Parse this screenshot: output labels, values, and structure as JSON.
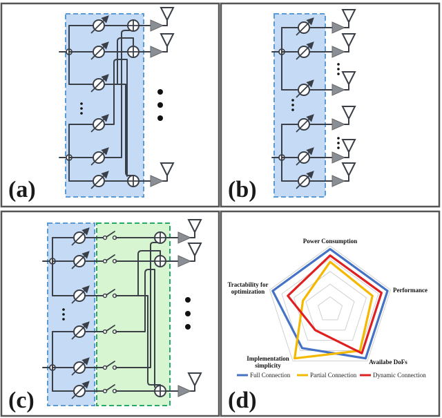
{
  "panels": {
    "a": {
      "label": "(a)"
    },
    "b": {
      "label": "(b)"
    },
    "c": {
      "label": "(c)"
    },
    "d": {
      "label": "(d)"
    }
  },
  "radar": {
    "axes": [
      "Power Consumption",
      "Performance",
      "Availabe DoFs",
      "Implementation simplicity",
      "Tractability for optimization"
    ],
    "axis_label_lines": {
      "power": [
        "Power Consumption"
      ],
      "performance": [
        "Performance"
      ],
      "dofs": [
        "Availabe DoFs"
      ],
      "implementation": [
        "Implementation",
        "simplicity"
      ],
      "tractability": [
        "Tractability for",
        "optimization"
      ]
    },
    "series": [
      {
        "name": "Full Connection",
        "color": "#4472c4",
        "values": [
          0.95,
          0.95,
          0.95,
          0.75,
          0.95
        ]
      },
      {
        "name": "Partial Connection",
        "color": "#f5b800",
        "values": [
          0.75,
          0.7,
          0.8,
          0.95,
          0.45
        ]
      },
      {
        "name": "Dynamic Connection",
        "color": "#e02020",
        "values": [
          0.85,
          0.85,
          0.85,
          0.4,
          0.7
        ]
      }
    ]
  },
  "colors": {
    "blue_region_fill": "#c5dbf5",
    "blue_region_border": "#5b9bd5",
    "green_region_fill": "#d8f5d2",
    "green_region_border": "#22aa66",
    "wire": "#3a3f47",
    "antenna_triangle": "#8a8f96"
  }
}
